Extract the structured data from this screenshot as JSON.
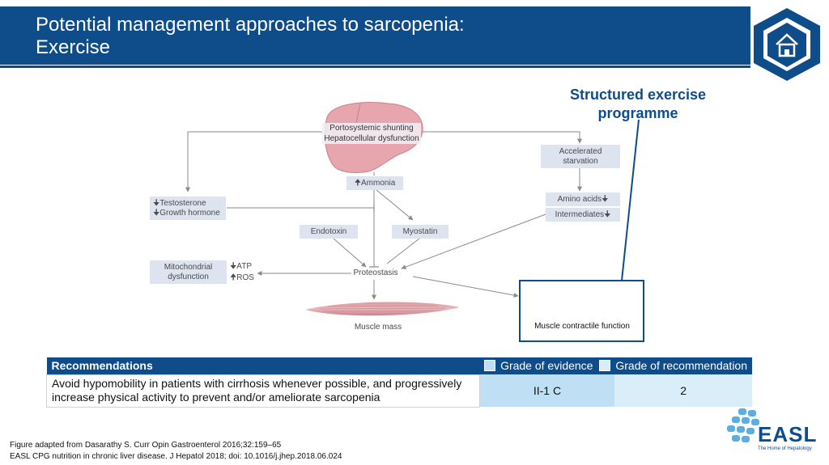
{
  "header": {
    "title": "Potential management approaches to sarcopenia:\nExercise"
  },
  "callout": {
    "structured_exercise": "Structured exercise programme"
  },
  "diagram": {
    "liver_label_1": "Portosystemic shunting",
    "liver_label_2": "Hepatocellular dysfunction",
    "ammonia": "Ammonia",
    "testosterone": "Testosterone",
    "growth_hormone": "Growth hormone",
    "accelerated_starvation": "Accelerated starvation",
    "amino_acids": "Amino acids",
    "intermediates": "Intermediates",
    "endotoxin": "Endotoxin",
    "myostatin": "Myostatin",
    "mitochondrial_dysfunction": "Mitochondrial dysfunction",
    "atp": "ATP",
    "ros": "ROS",
    "proteostasis": "Proteostasis",
    "muscle_mass": "Muscle mass",
    "muscle_contractile_function": "Muscle contractile function"
  },
  "recommendations": {
    "heading": "Recommendations",
    "legend_evidence": "Grade of evidence",
    "legend_recommendation": "Grade of recommendation",
    "text": "Avoid hypomobility in patients with cirrhosis whenever possible, and progressively increase physical activity to prevent and/or ameliorate sarcopenia",
    "grade_evidence": "II-1 C",
    "grade_recommendation": "2",
    "colors": {
      "evidence": "#bedff4",
      "recommendation": "#daeefa"
    }
  },
  "footnotes": {
    "line1": "Figure adapted from Dasarathy S. Curr Opin Gastroenterol 2016;32:159–65",
    "line2": "EASL CPG nutrition in chronic liver disease. J Hepatol 2018; doi: 10.1016/j.jhep.2018.06.024"
  },
  "logo": {
    "name": "EASL",
    "tagline": "The Home of Hepatology"
  },
  "icons": {
    "home": "home-icon",
    "up_arrow": "arrow-up-icon",
    "down_arrow": "arrow-down-icon"
  },
  "brand_color": "#0e4c8a"
}
